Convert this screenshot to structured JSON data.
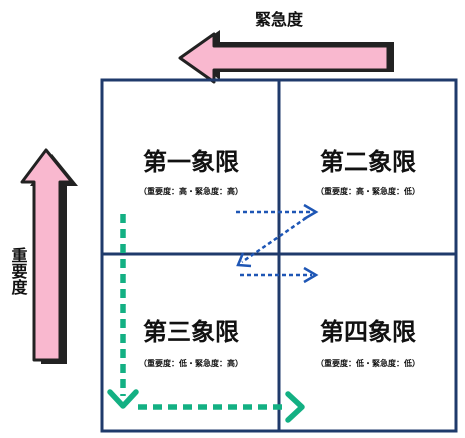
{
  "axes": {
    "horizontal_label": "緊急度",
    "vertical_label": "重要度",
    "arrow_fill": "#f9b8cf",
    "arrow_shadow": "#222222"
  },
  "quadrants": [
    {
      "title": "第一象限",
      "subtitle": "（重要度：高・緊急度：高）"
    },
    {
      "title": "第二象限",
      "subtitle": "（重要度：高・緊急度：低）"
    },
    {
      "title": "第三象限",
      "subtitle": "（重要度：低・緊急度：高）"
    },
    {
      "title": "第四象限",
      "subtitle": "（重要度：低・緊急度：低）"
    }
  ],
  "colors": {
    "grid_line": "#1f3a6b",
    "blue_path": "#1e56b5",
    "green_path": "#13b083"
  }
}
